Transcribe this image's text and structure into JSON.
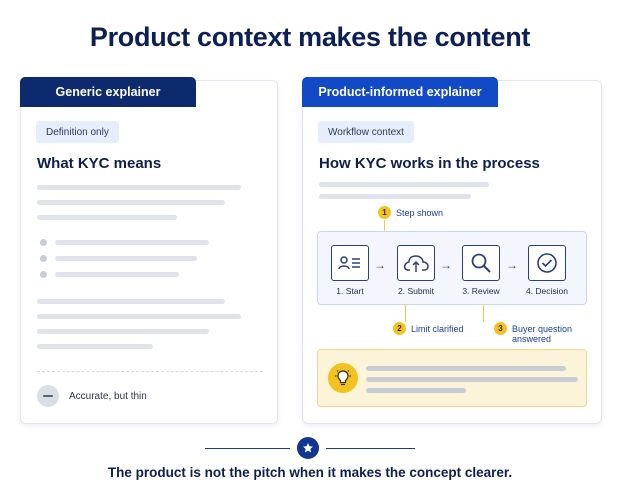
{
  "title": "Product context makes the content",
  "left_card": {
    "tab_label": "Generic explainer",
    "pill": "Definition only",
    "heading": "What KYC means",
    "footer_text": "Accurate, but thin",
    "footer_icon": "minus-icon"
  },
  "right_card": {
    "tab_label": "Product-informed explainer",
    "pill": "Workflow context",
    "heading": "How KYC works in the process",
    "steps": [
      {
        "label": "1. Start",
        "icon": "id-card-icon"
      },
      {
        "label": "2. Submit",
        "icon": "cloud-upload-icon"
      },
      {
        "label": "3. Review",
        "icon": "magnifier-icon"
      },
      {
        "label": "4. Decision",
        "icon": "check-circle-icon"
      }
    ],
    "callouts": [
      {
        "number": "1",
        "text": "Step shown"
      },
      {
        "number": "2",
        "text": "Limit clarified"
      },
      {
        "number": "3",
        "text": "Buyer question answered"
      }
    ],
    "tip_icon": "lightbulb-icon"
  },
  "footer": {
    "caption": "The product is not the pitch when it makes the concept clearer.",
    "icon": "star-icon"
  },
  "colors": {
    "navy": "#0e2a6e",
    "blue": "#1149c7",
    "yellow": "#f4c21f",
    "tip_bg": "#fcf4d8"
  }
}
